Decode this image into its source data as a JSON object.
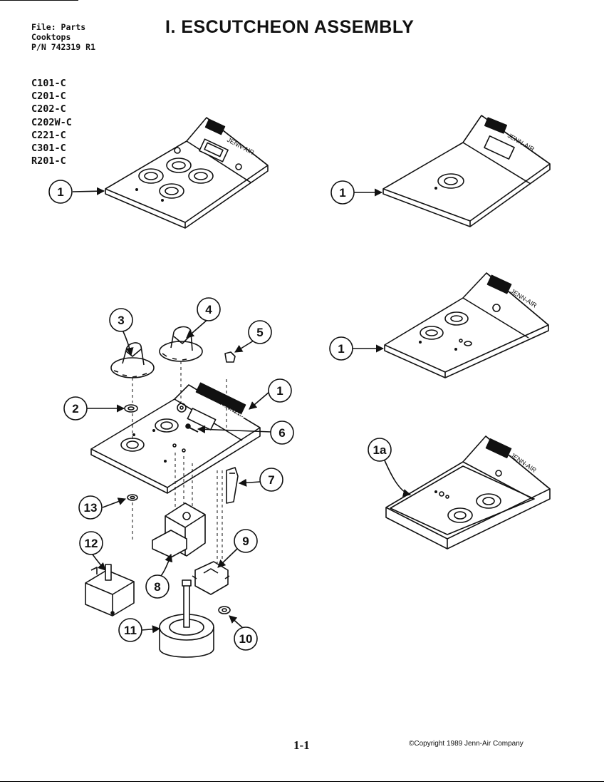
{
  "header": {
    "file_lines": [
      "File: Parts",
      "Cooktops",
      "P/N 742319 R1"
    ],
    "title": "I. ESCUTCHEON ASSEMBLY"
  },
  "models": [
    "C101-C",
    "C201-C",
    "C202-C",
    "C202W-C",
    "C221-C",
    "C301-C",
    "R201-C"
  ],
  "brand": {
    "logo_text_variant_a": "JENN-AIR",
    "logo_text_variant_b": "JENNAIR"
  },
  "callouts": {
    "c1": "1",
    "c1a": "1a",
    "c2": "2",
    "c3": "3",
    "c4": "4",
    "c5": "5",
    "c6": "6",
    "c7": "7",
    "c8": "8",
    "c9": "9",
    "c10": "10",
    "c11": "11",
    "c12": "12",
    "c13": "13"
  },
  "footer": {
    "page_number": "1-1",
    "copyright": "©Copyright 1989 Jenn-Air Company"
  }
}
